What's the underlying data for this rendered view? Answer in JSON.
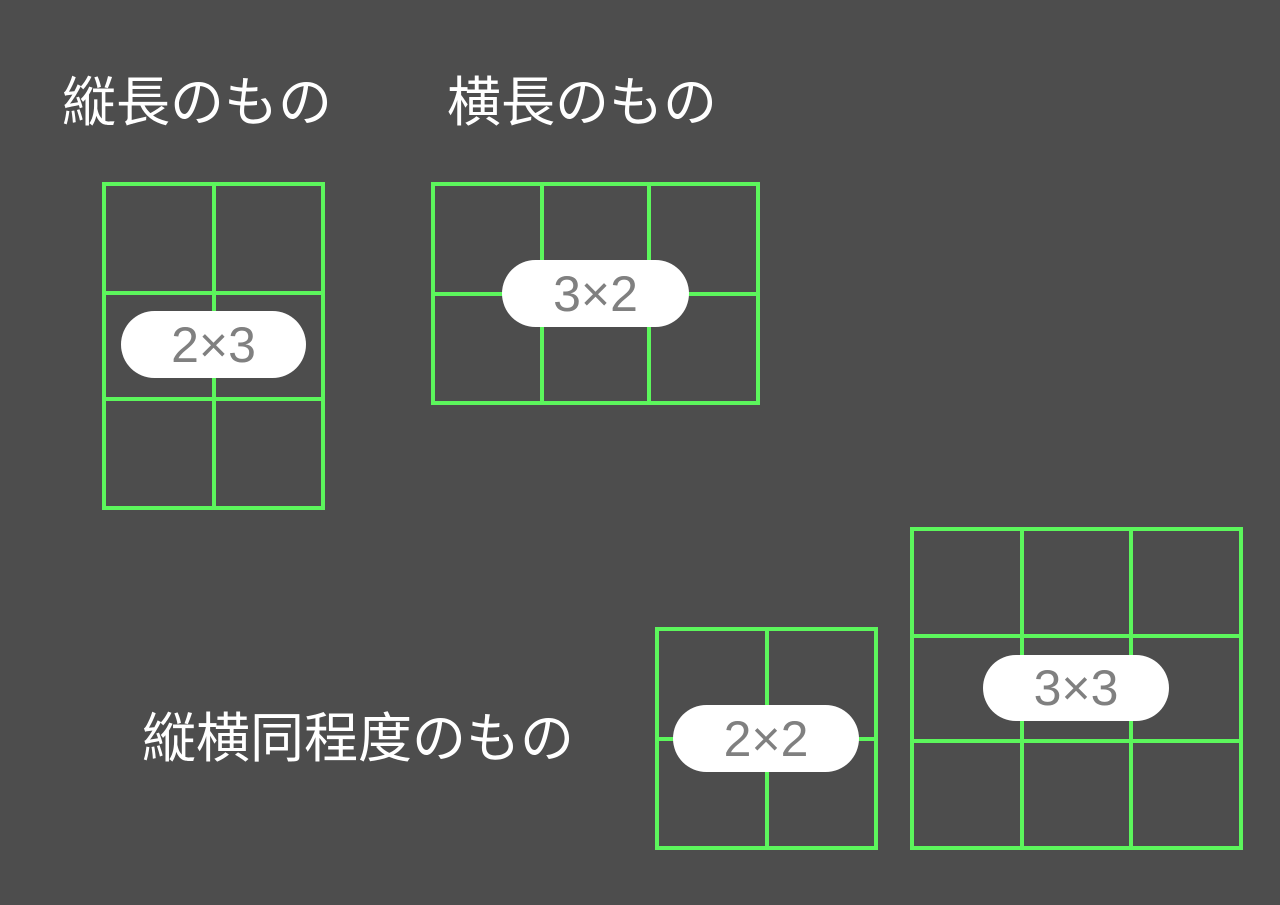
{
  "labels": {
    "portrait": "縦長のもの",
    "landscape": "横長のもの",
    "square": "縦横同程度のもの"
  },
  "grids": [
    {
      "id": "portrait",
      "cols": 2,
      "rows": 3,
      "badge": "2×3"
    },
    {
      "id": "landscape",
      "cols": 3,
      "rows": 2,
      "badge": "3×2"
    },
    {
      "id": "square-small",
      "cols": 2,
      "rows": 2,
      "badge": "2×2"
    },
    {
      "id": "square-large",
      "cols": 3,
      "rows": 3,
      "badge": "3×3"
    }
  ],
  "colors": {
    "grid": "#5cf65c",
    "background": "#4d4d4d",
    "badge_text": "#808080"
  }
}
